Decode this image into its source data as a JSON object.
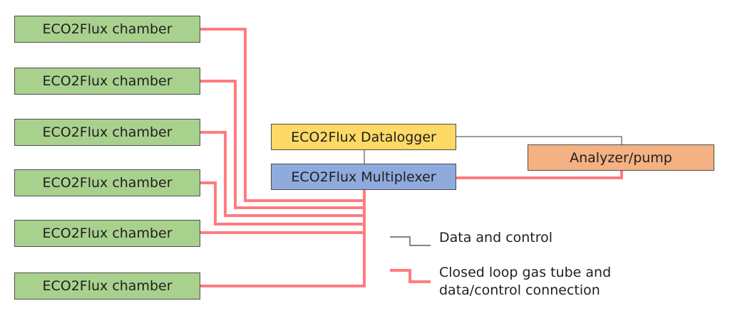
{
  "chambers": [
    {
      "label": "ECO2Flux chamber"
    },
    {
      "label": "ECO2Flux chamber"
    },
    {
      "label": "ECO2Flux chamber"
    },
    {
      "label": "ECO2Flux chamber"
    },
    {
      "label": "ECO2Flux chamber"
    },
    {
      "label": "ECO2Flux chamber"
    }
  ],
  "datalogger": {
    "label": "ECO2Flux Datalogger",
    "color": "#ffd966"
  },
  "multiplexer": {
    "label": "ECO2Flux Multiplexer",
    "color": "#8faadc"
  },
  "analyzer": {
    "label": "Analyzer/pump",
    "color": "#f4b183"
  },
  "chamber_color": "#a9d18e",
  "legend": {
    "data_control": "Data and control",
    "gas_line1": "Closed loop gas tube and",
    "gas_line2": "data/control connection"
  },
  "colors": {
    "gas_tube": "#ff7c80",
    "data_line": "#3a3a3a"
  }
}
